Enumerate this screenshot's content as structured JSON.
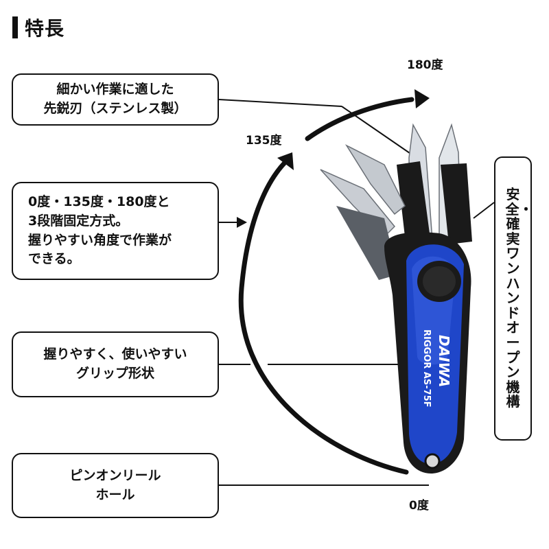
{
  "heading": {
    "title": "特長"
  },
  "callouts": [
    {
      "lines": [
        "細かい作業に適した",
        "先鋭刃（ステンレス製）"
      ]
    },
    {
      "lines": [
        "0度・135度・180度と",
        "3段階固定方式。",
        "握りやすい角度で作業が",
        "できる。"
      ]
    },
    {
      "lines": [
        "握りやすく、使いやすい",
        "グリップ形状"
      ]
    },
    {
      "lines": [
        "ピンオンリール",
        "ホール"
      ]
    }
  ],
  "vertical_callout": {
    "text": "安全・確実ワンハンドオープン機構"
  },
  "angle_labels": {
    "deg180": "180度",
    "deg135": "135度",
    "deg0": "0度"
  },
  "product": {
    "brand": "DAIWA",
    "model": "RIGGOR AS-75F",
    "body_color": "#1f46c9"
  }
}
